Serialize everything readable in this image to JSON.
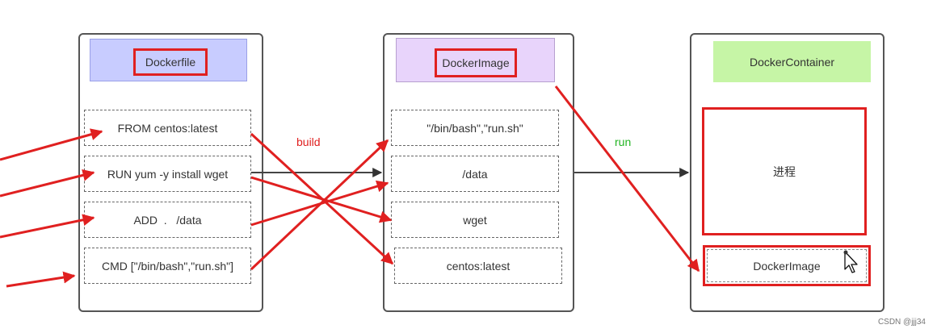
{
  "dockerfile": {
    "title": "Dockerfile",
    "lines": [
      "FROM centos:latest",
      "RUN yum -y install wget",
      "ADD  .   /data",
      "CMD [\"/bin/bash\",\"run.sh\"]"
    ]
  },
  "image": {
    "title": "DockerImage",
    "layers": [
      "\"/bin/bash\",\"run.sh\"",
      "/data",
      "wget",
      "centos:latest"
    ]
  },
  "container": {
    "title": "DockerContainer",
    "process_label": "进程",
    "image_label": "DockerImage"
  },
  "arrows": {
    "build": "build",
    "run": "run"
  },
  "colors": {
    "red": "#e02020",
    "green": "#22b422",
    "dockerfile_title_bg": "#c8ccff",
    "image_title_bg": "#e8d4fb",
    "container_title_bg": "#c6f5a6"
  },
  "watermark": "CSDN @jjj34"
}
